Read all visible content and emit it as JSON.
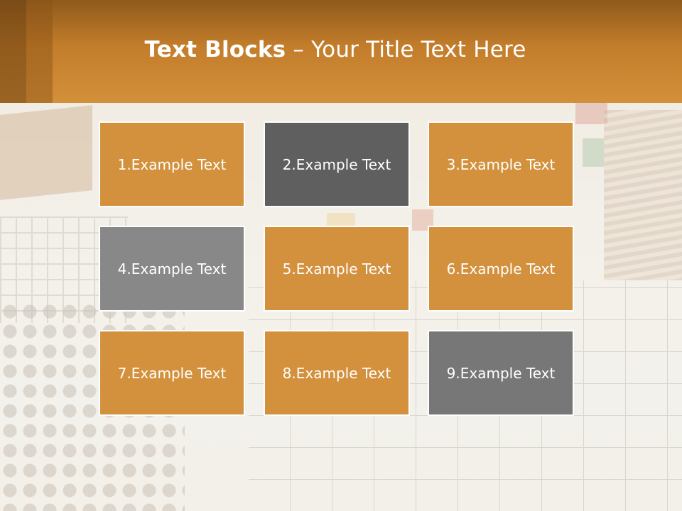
{
  "title": {
    "bold": "Text Blocks",
    "rest": " – Your Title Text Here"
  },
  "colors": {
    "orange": "#d3913d",
    "dark_gray": "#5f5f5f",
    "mid_gray": "#7f7f7f",
    "header": "#c37d2b"
  },
  "blocks": [
    {
      "label": "1.Example Text",
      "color": "#d3913d"
    },
    {
      "label": "2.Example Text",
      "color": "#5f5f5f"
    },
    {
      "label": "3.Example Text",
      "color": "#d3913d"
    },
    {
      "label": "4.Example Text",
      "color": "#888888"
    },
    {
      "label": "5.Example Text",
      "color": "#d3913d"
    },
    {
      "label": "6.Example Text",
      "color": "#d3913d"
    },
    {
      "label": "7.Example Text",
      "color": "#d3913d"
    },
    {
      "label": "8.Example Text",
      "color": "#d3913d"
    },
    {
      "label": "9.Example Text",
      "color": "#777777"
    }
  ]
}
